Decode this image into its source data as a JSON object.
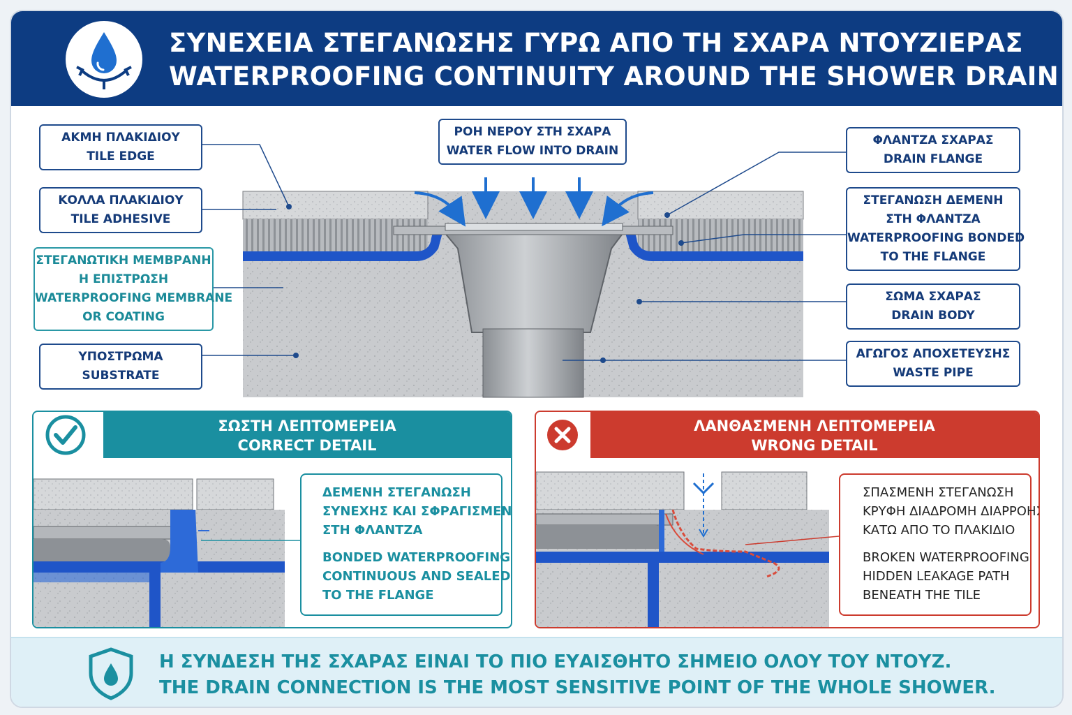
{
  "header": {
    "title_gr": "ΣΥΝΕΧΕΙΑ ΣΤΕΓΑΝΩΣΗΣ ΓΥΡΩ ΑΠΟ ΤΗ ΣΧΑΡΑ ΝΤΟΥΖΙΕΡΑΣ",
    "title_en": "WATERPROOFING CONTINUITY AROUND THE SHOWER DRAIN"
  },
  "labels": {
    "tile_edge": [
      "ΑΚΜΗ ΠΛΑΚΙΔΙΟΥ",
      "TILE EDGE"
    ],
    "tile_adhesive": [
      "ΚΟΛΛΑ ΠΛΑΚΙΔΙΟΥ",
      "TILE ADHESIVE"
    ],
    "membrane": [
      "ΣΤΕΓΑΝΩΤΙΚΗ ΜΕΜΒΡΑΝΗ",
      "Η ΕΠΙΣΤΡΩΣΗ",
      "WATERPROOFING MEMBRANE",
      "OR COATING"
    ],
    "substrate": [
      "ΥΠΟΣΤΡΩΜΑ",
      "SUBSTRATE"
    ],
    "water_flow": [
      "ΡΟΗ ΝΕΡΟΥ ΣΤΗ ΣΧΑΡΑ",
      "WATER FLOW INTO DRAIN"
    ],
    "drain_flange": [
      "ΦΛΑΝΤΖΑ ΣΧΑΡΑΣ",
      "DRAIN FLANGE"
    ],
    "bonded": [
      "ΣΤΕΓΑΝΩΣΗ ΔΕΜΕΝΗ",
      "ΣΤΗ ΦΛΑΝΤΖΑ",
      "WATERPROOFING BONDED",
      "TO THE FLANGE"
    ],
    "drain_body": [
      "ΣΩΜΑ ΣΧΑΡΑΣ",
      "DRAIN BODY"
    ],
    "waste_pipe": [
      "ΑΓΩΓΟΣ ΑΠΟΧΕΤΕΥΣΗΣ",
      "WASTE PIPE"
    ]
  },
  "correct": {
    "title_gr": "ΣΩΣΤΗ ΛΕΠΤΟΜΕΡΕΙΑ",
    "title_en": "CORRECT DETAIL",
    "note_gr": [
      "ΔΕΜΕΝΗ ΣΤΕΓΑΝΩΣΗ",
      "ΣΥΝΕΧΗΣ ΚΑΙ ΣΦΡΑΓΙΣΜΕΝΗ",
      "ΣΤΗ ΦΛΑΝΤΖΑ"
    ],
    "note_en": [
      "BONDED WATERPROOFING",
      "CONTINUOUS AND SEALED",
      "TO THE FLANGE"
    ]
  },
  "wrong": {
    "title_gr": "ΛΑΝΘΑΣΜΕΝΗ ΛΕΠΤΟΜΕΡΕΙΑ",
    "title_en": "WRONG DETAIL",
    "note_gr": [
      "ΣΠΑΣΜΕΝΗ ΣΤΕΓΑΝΩΣΗ",
      "ΚΡΥΦΗ ΔΙΑΔΡΟΜΗ ΔΙΑΡΡΟΗΣ",
      "ΚΑΤΩ ΑΠΟ ΤΟ ΠΛΑΚΙΔΙΟ"
    ],
    "note_en": [
      "BROKEN WATERPROOFING",
      "HIDDEN LEAKAGE PATH",
      "BENEATH THE TILE"
    ]
  },
  "footer": {
    "text_gr": "Η ΣΥΝΔΕΣΗ ΤΗΣ ΣΧΑΡΑΣ ΕΙΝΑΙ ΤΟ ΠΙΟ ΕΥΑΙΣΘΗΤΟ ΣΗΜΕΙΟ ΟΛΟΥ ΤΟΥ ΝΤΟΥΖ.",
    "text_en": "THE DRAIN CONNECTION IS THE MOST SENSITIVE POINT OF THE WHOLE SHOWER."
  },
  "icons": {
    "logo": "water-drop-icon",
    "correct": "check-icon",
    "wrong": "cross-icon",
    "footer": "shield-drop-icon"
  },
  "colors": {
    "navy": "#0d3c82",
    "membrane_blue": "#1f55c8",
    "teal": "#1a8fa0",
    "red": "#cc3b2e",
    "concrete": "#c7c9cc"
  }
}
